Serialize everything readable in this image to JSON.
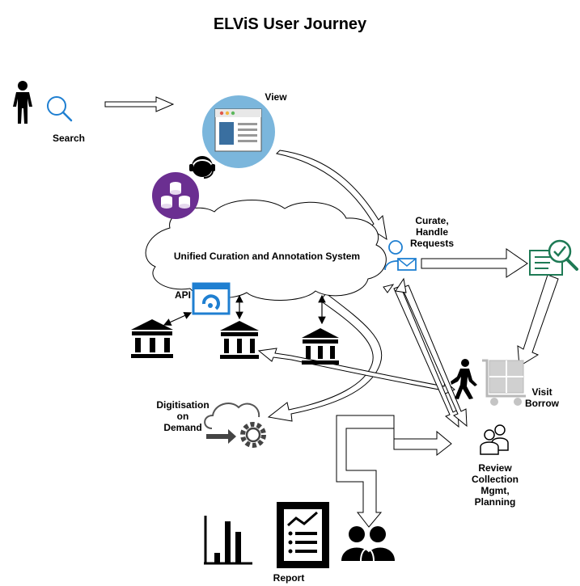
{
  "title": "ELViS User Journey",
  "labels": {
    "search": "Search",
    "view": "View",
    "curate": "Curate,\nHandle\nRequests",
    "system": "Unified Curation and Annotation System",
    "api": "API",
    "visit": "Visit\nBorrow",
    "digitisation": "Digitisation\non\nDemand",
    "review": "Review\nCollection\nMgmt,\nPlanning",
    "report": "Report"
  },
  "colors": {
    "view_circle": "#7bb6dc",
    "database_circle": "#6b2f91",
    "accent_blue": "#1f7fd1",
    "checklist_green": "#1e7a55",
    "cart_grey": "#cfcfcf"
  },
  "icons": {
    "person": "person-icon",
    "search": "search-icon",
    "view": "browser-window-icon",
    "headset": "headset-user-icon",
    "database": "database-icon",
    "curate": "user-mail-icon",
    "checklist": "checklist-magnifier-icon",
    "walker": "walking-person-icon",
    "cart": "cart-icon",
    "museum": "museum-icon",
    "api": "api-window-icon",
    "cloud_settings": "cloud-settings-icon",
    "review_users": "two-users-icon",
    "chart": "bar-chart-icon",
    "report": "report-document-icon",
    "group": "group-icon"
  }
}
